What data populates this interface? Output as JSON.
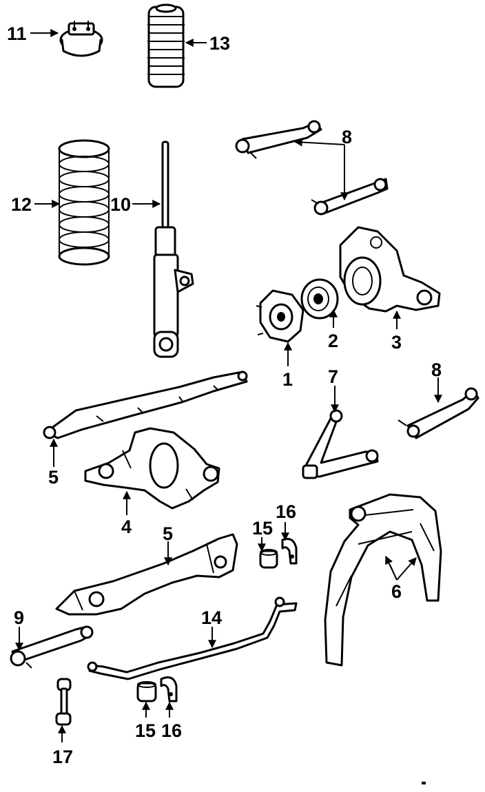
{
  "callouts": {
    "c1": "1",
    "c2": "2",
    "c3": "3",
    "c4": "4",
    "c5a": "5",
    "c5b": "5",
    "c6": "6",
    "c7": "7",
    "c8a": "8",
    "c8b": "8",
    "c9": "9",
    "c10": "10",
    "c11": "11",
    "c12": "12",
    "c13": "13",
    "c14": "14",
    "c15a": "15",
    "c15b": "15",
    "c16a": "16",
    "c16b": "16",
    "c17": "17"
  }
}
